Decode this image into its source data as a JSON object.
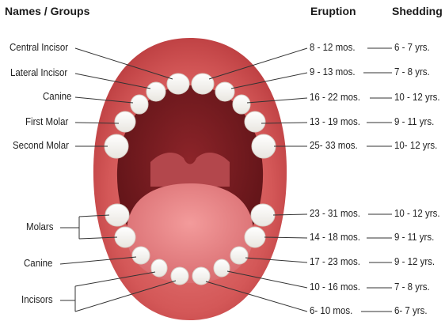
{
  "headers": {
    "groups": "Names / Groups",
    "eruption": "Eruption",
    "shedding": "Shedding"
  },
  "upper": {
    "names": [
      "Central Incisor",
      "Lateral Incisor",
      "Canine",
      "First Molar",
      "Second Molar"
    ],
    "eruption": [
      "8 - 12 mos.",
      "9 - 13 mos.",
      "16 - 22 mos.",
      "13 - 19 mos.",
      "25- 33 mos."
    ],
    "shedding": [
      "6 - 7 yrs.",
      "7 - 8 yrs.",
      "10 - 12 yrs.",
      "9 - 11 yrs.",
      "10- 12 yrs."
    ]
  },
  "lower": {
    "names": [
      "Molars",
      "Canine",
      "Incisors"
    ],
    "eruption": [
      "23 - 31 mos.",
      "14 - 18 mos.",
      "17 - 23 mos.",
      "10 - 16 mos.",
      "6- 10 mos."
    ],
    "shedding": [
      "10 - 12 yrs.",
      "9 - 11 yrs.",
      "9 - 12 yrs.",
      "7 - 8 yrs.",
      "6- 7 yrs."
    ]
  },
  "colors": {
    "gum": "#d85a5a",
    "mouth": "#7c1f22",
    "tongue": "#e17878",
    "tooth": "#ffffff"
  }
}
